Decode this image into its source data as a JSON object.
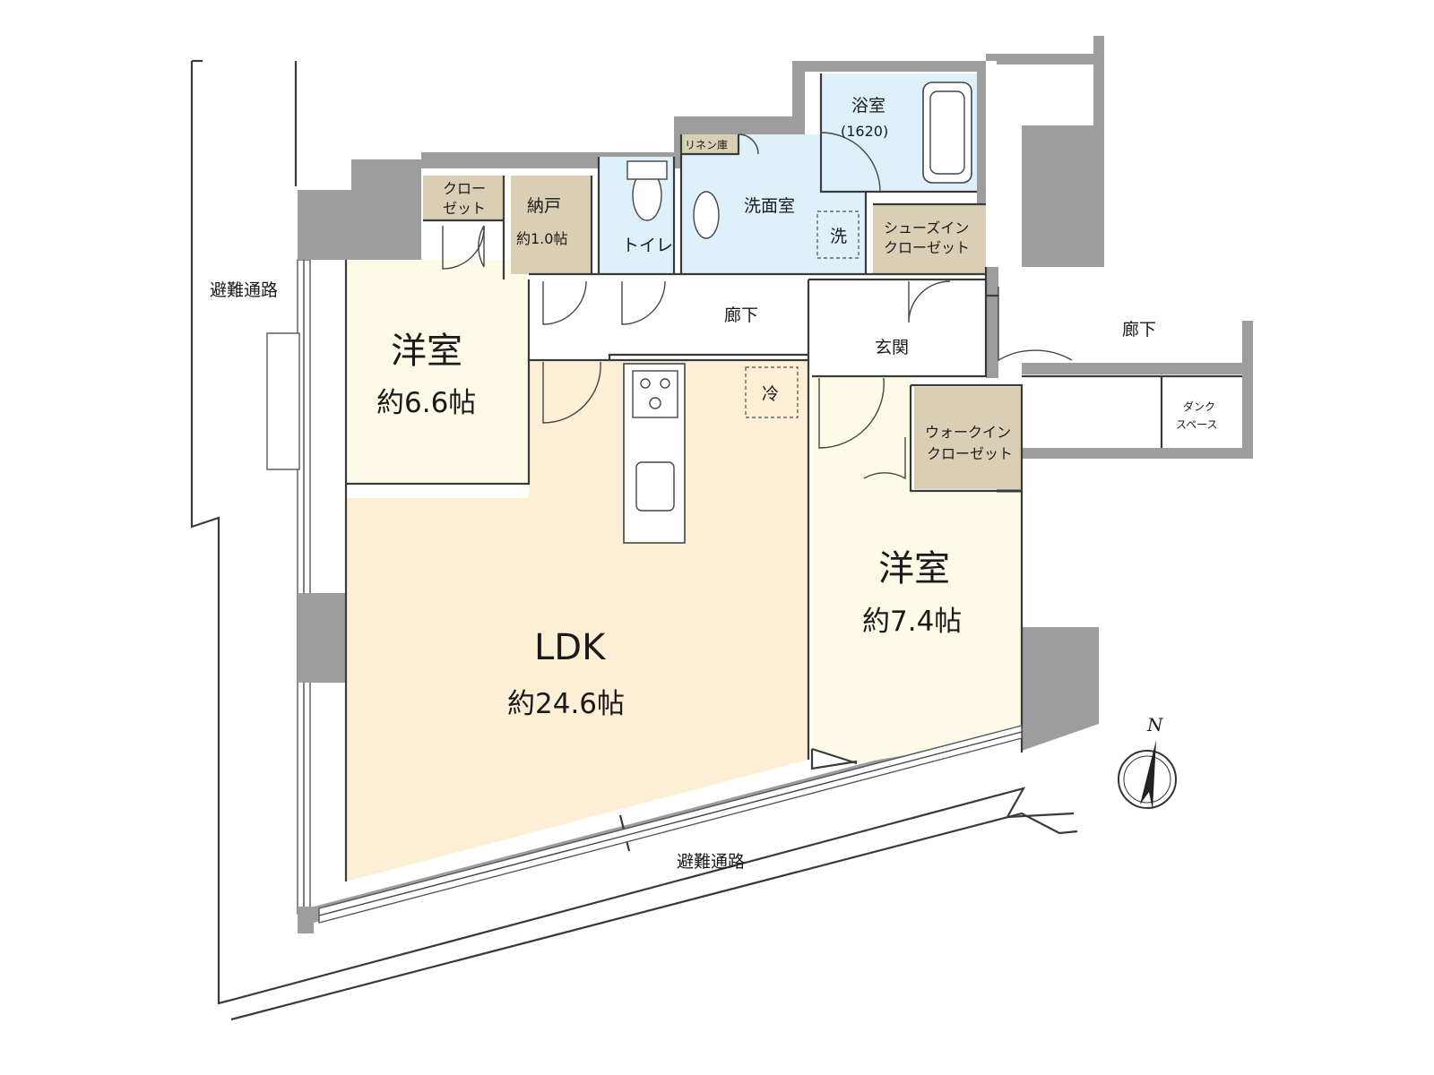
{
  "rooms": {
    "western_room_a": {
      "name": "洋室",
      "area": "約6.6帖"
    },
    "ldk": {
      "name": "LDK",
      "area": "約24.6帖"
    },
    "western_room_b": {
      "name": "洋室",
      "area": "約7.4帖"
    },
    "closet": {
      "line1": "クロー",
      "line2": "ゼット"
    },
    "storage": {
      "name": "納戸",
      "area": "約1.0帖"
    },
    "toilet": {
      "name": "トイレ"
    },
    "washroom": {
      "name": "洗面室"
    },
    "washer": {
      "name": "洗"
    },
    "linen": {
      "name": "リネン庫"
    },
    "bathroom": {
      "name": "浴室",
      "size": "(1620)"
    },
    "shoe_closet": {
      "line1": "シューズイン",
      "line2": "クローゼット"
    },
    "hallway_inner": {
      "name": "廊下"
    },
    "entrance": {
      "name": "玄関"
    },
    "walkin_closet": {
      "line1": "ウォークイン",
      "line2": "クローゼット"
    },
    "fridge": {
      "name": "冷"
    },
    "hallway_outer": {
      "name": "廊下"
    },
    "duct_space": {
      "line1": "ダンク",
      "line2": "スペース"
    }
  },
  "exterior": {
    "evac_route_left": "避難通路",
    "evac_route_bottom": "避難通路"
  },
  "compass": {
    "north": "N"
  },
  "colors": {
    "ldk": "#fcefd6",
    "western": "#fdfbe7",
    "storage": "#d9cfb5",
    "wet": "#def1fb",
    "wall": "#9d9d9d"
  }
}
